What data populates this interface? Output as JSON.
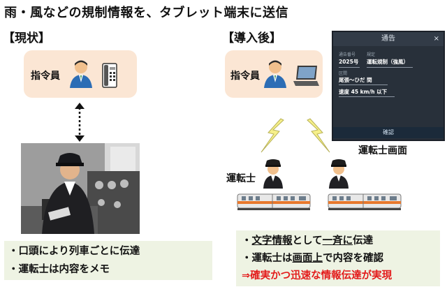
{
  "title": "雨・風などの規制情報を、タブレット端末に送信",
  "before": {
    "heading": "【現状】",
    "dispatcher_label": "指令員",
    "notes": [
      "・口頭により列車ごとに伝達",
      "・運転士は内容をメモ"
    ]
  },
  "after": {
    "heading": "【導入後】",
    "dispatcher_label": "指令員",
    "driver_label": "運転士",
    "tablet_caption": "運転士画面",
    "notes": {
      "line1": {
        "p1": "・",
        "p2": "文字情報",
        "p3": "として",
        "p4": "一斉に",
        "p5": "伝達"
      },
      "line2": {
        "p1": "・運転士は",
        "p2": "画面上",
        "p3": "で内容を確認"
      },
      "line3": "⇒確実かつ迅速な情報伝達が実現"
    }
  },
  "tablet": {
    "header": "通告",
    "close": "×",
    "field1_label": "通告番号",
    "field1_value": "2025号",
    "field2_label": "規定",
    "field2_value": "運転規制（強風）",
    "field3_label": "区間",
    "field3_value": "尾張〜ひだ 間",
    "field4_value": "速度 45 km/h 以下",
    "confirm": "確認"
  },
  "colors": {
    "box_fill": "#fbe6d4",
    "note_fill": "#eef3e3",
    "emphasis": "#e31b1b",
    "lightning": "#f6f08a"
  }
}
